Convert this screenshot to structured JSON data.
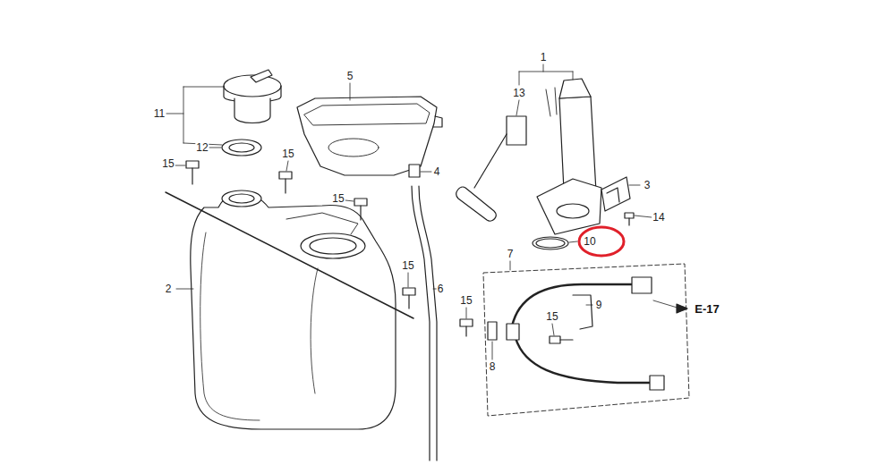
{
  "diagram": {
    "labels": [
      "1",
      "5",
      "13",
      "11",
      "12",
      "15",
      "15",
      "4",
      "3",
      "15",
      "14",
      "10",
      "7",
      "15",
      "2",
      "6",
      "15",
      "9",
      "E-17",
      "15",
      "8"
    ]
  }
}
